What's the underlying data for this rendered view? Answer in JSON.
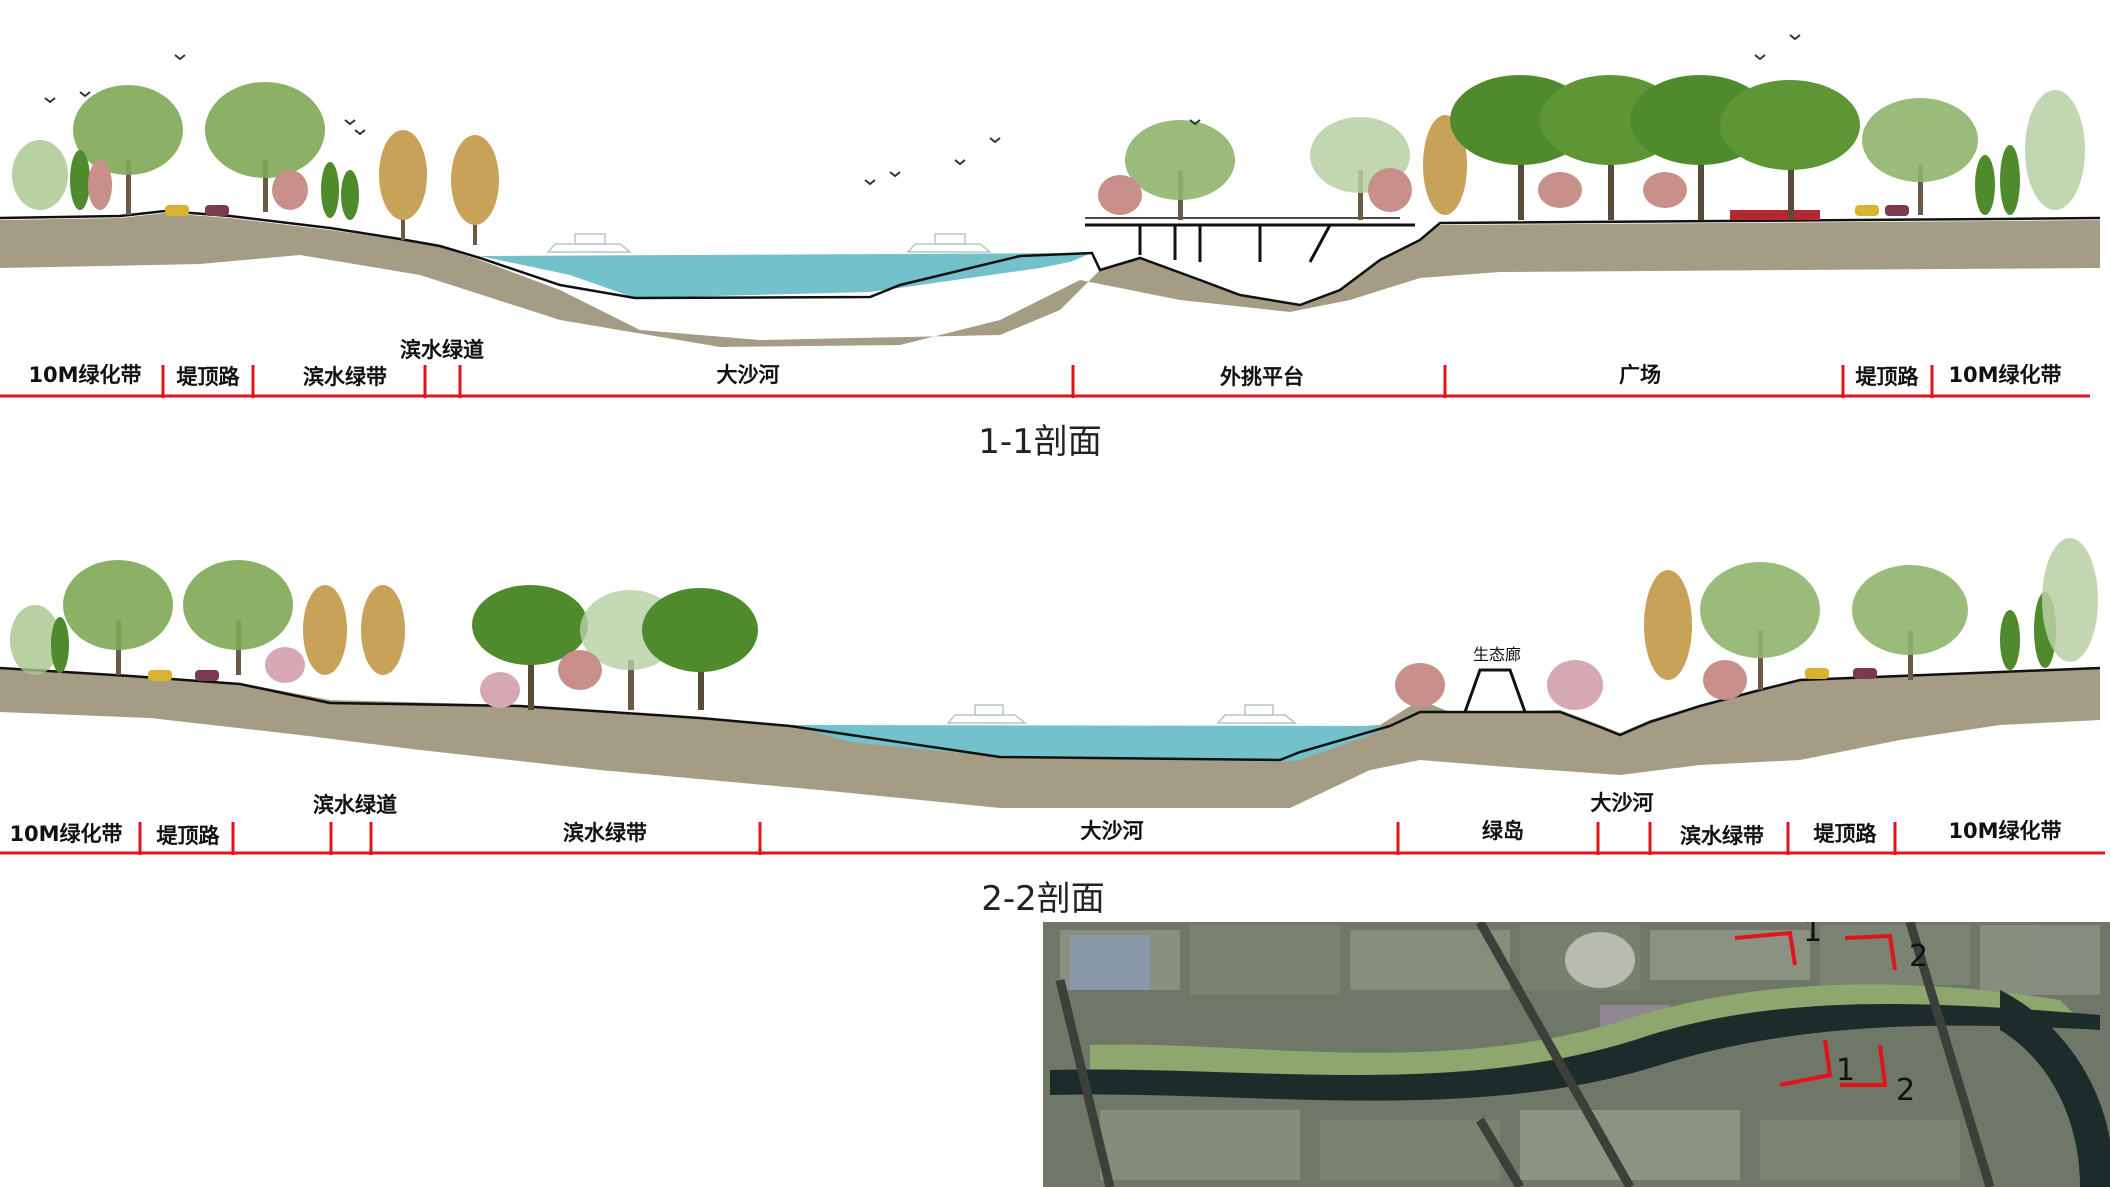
{
  "section_1": {
    "title": "1-1剖面",
    "zones": [
      "10M绿化带",
      "堤顶路",
      "滨水绿带",
      "滨水绿道",
      "大沙河",
      "外挑平台",
      "广场",
      "堤顶路",
      "10M绿化带"
    ]
  },
  "section_2": {
    "title": "2-2剖面",
    "zones": [
      "10M绿化带",
      "堤顶路",
      "滨水绿道",
      "滨水绿带",
      "大沙河",
      "绿岛",
      "大沙河",
      "滨水绿带",
      "堤顶路",
      "10M绿化带"
    ],
    "corridor_label": "生态廊"
  },
  "key_map": {
    "section_marks": [
      "1",
      "2",
      "1",
      "2"
    ]
  },
  "colors": {
    "earth": "#a59c86",
    "water": "#73c1cb",
    "divider": "#e0151b",
    "tree": "#7fa955",
    "tree_dark": "#4f8a2d",
    "tree_autumn": "#c9a25a",
    "tree_pink": "#c98f8a",
    "map_bg": "#6f7768",
    "river": "#1d2c2a",
    "greenbelt": "#8fa66e"
  }
}
